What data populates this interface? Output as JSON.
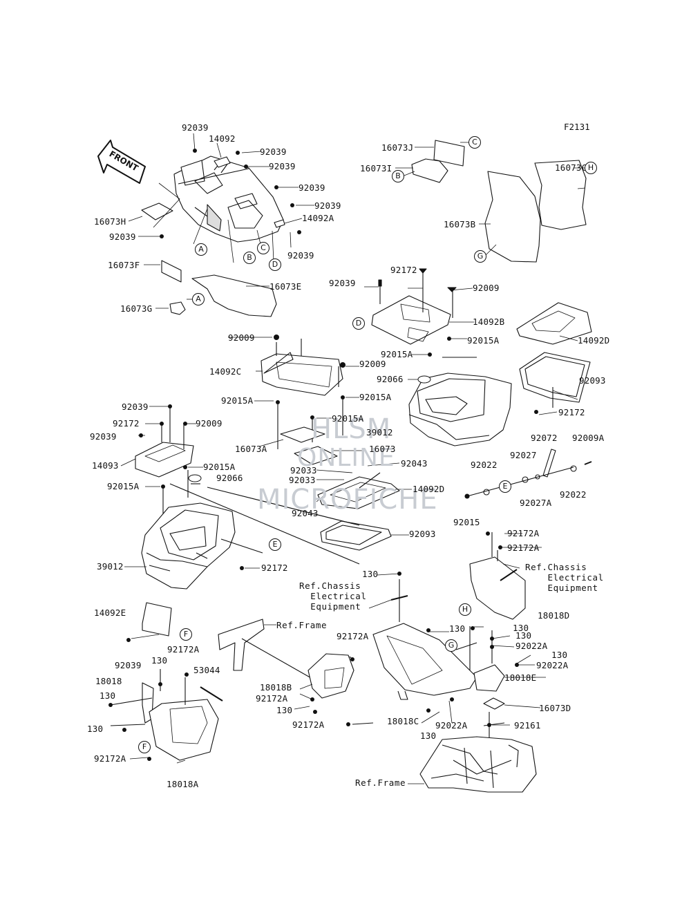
{
  "figure_id": "F2131",
  "watermark": {
    "line1": "HLSM",
    "line2": "ONLINE",
    "line3": "MICROFICHE"
  },
  "front_label": "FRONT",
  "part_labels": [
    {
      "id": "l1",
      "text": "92039"
    },
    {
      "id": "l2",
      "text": "14092"
    },
    {
      "id": "l3",
      "text": "92039"
    },
    {
      "id": "l4",
      "text": "92039"
    },
    {
      "id": "l5",
      "text": "92039"
    },
    {
      "id": "l6",
      "text": "92039"
    },
    {
      "id": "l7",
      "text": "14092A"
    },
    {
      "id": "l8",
      "text": "92039"
    },
    {
      "id": "l9",
      "text": "16073H"
    },
    {
      "id": "l10",
      "text": "92039"
    },
    {
      "id": "l11",
      "text": "16073F"
    },
    {
      "id": "l12",
      "text": "16073E"
    },
    {
      "id": "l13",
      "text": "16073G"
    },
    {
      "id": "l14",
      "text": "16073J"
    },
    {
      "id": "l15",
      "text": "16073I"
    },
    {
      "id": "l16",
      "text": "16073C"
    },
    {
      "id": "l17",
      "text": "16073B"
    },
    {
      "id": "l18",
      "text": "92172"
    },
    {
      "id": "l19",
      "text": "92039"
    },
    {
      "id": "l20",
      "text": "92009"
    },
    {
      "id": "l21",
      "text": "14092B"
    },
    {
      "id": "l22",
      "text": "92015A"
    },
    {
      "id": "l23",
      "text": "92015A"
    },
    {
      "id": "l24",
      "text": "14092D"
    },
    {
      "id": "l25",
      "text": "92009"
    },
    {
      "id": "l26",
      "text": "92009"
    },
    {
      "id": "l27",
      "text": "14092C"
    },
    {
      "id": "l28",
      "text": "92066"
    },
    {
      "id": "l29",
      "text": "92093"
    },
    {
      "id": "l30",
      "text": "92015A"
    },
    {
      "id": "l31",
      "text": "92015A"
    },
    {
      "id": "l32",
      "text": "92172"
    },
    {
      "id": "l33",
      "text": "92015A"
    },
    {
      "id": "l34",
      "text": "39012"
    },
    {
      "id": "l35",
      "text": "92039"
    },
    {
      "id": "l36",
      "text": "92172"
    },
    {
      "id": "l37",
      "text": "92009"
    },
    {
      "id": "l38",
      "text": "92039"
    },
    {
      "id": "l39",
      "text": "16073A"
    },
    {
      "id": "l40",
      "text": "16073"
    },
    {
      "id": "l41",
      "text": "92043"
    },
    {
      "id": "l42",
      "text": "92033"
    },
    {
      "id": "l43",
      "text": "92033"
    },
    {
      "id": "l44",
      "text": "14092D"
    },
    {
      "id": "l45",
      "text": "14093"
    },
    {
      "id": "l46",
      "text": "92015A"
    },
    {
      "id": "l47",
      "text": "92066"
    },
    {
      "id": "l48",
      "text": "92015A"
    },
    {
      "id": "l49",
      "text": "92072"
    },
    {
      "id": "l50",
      "text": "92009A"
    },
    {
      "id": "l51",
      "text": "92027"
    },
    {
      "id": "l52",
      "text": "92022"
    },
    {
      "id": "l53",
      "text": "92027A"
    },
    {
      "id": "l54",
      "text": "92022"
    },
    {
      "id": "l55",
      "text": "92015"
    },
    {
      "id": "l56",
      "text": "92043"
    },
    {
      "id": "l57",
      "text": "92093"
    },
    {
      "id": "l58",
      "text": "92172A"
    },
    {
      "id": "l59",
      "text": "92172A"
    },
    {
      "id": "l60",
      "text": "39012"
    },
    {
      "id": "l61",
      "text": "92172"
    },
    {
      "id": "l62",
      "text": "130"
    },
    {
      "id": "l63",
      "text": "18018D"
    },
    {
      "id": "l64",
      "text": "14092E"
    },
    {
      "id": "l65",
      "text": "130"
    },
    {
      "id": "l66",
      "text": "130"
    },
    {
      "id": "l67",
      "text": "130"
    },
    {
      "id": "l68",
      "text": "92022A"
    },
    {
      "id": "l69",
      "text": "130"
    },
    {
      "id": "l70",
      "text": "92022A"
    },
    {
      "id": "l71",
      "text": "92172A"
    },
    {
      "id": "l72",
      "text": "92039"
    },
    {
      "id": "l73",
      "text": "92172A"
    },
    {
      "id": "l74",
      "text": "130"
    },
    {
      "id": "l75",
      "text": "53044"
    },
    {
      "id": "l76",
      "text": "18018"
    },
    {
      "id": "l77",
      "text": "18018B"
    },
    {
      "id": "l78",
      "text": "18018E"
    },
    {
      "id": "l79",
      "text": "130"
    },
    {
      "id": "l80",
      "text": "92172A"
    },
    {
      "id": "l81",
      "text": "130"
    },
    {
      "id": "l82",
      "text": "18018C"
    },
    {
      "id": "l83",
      "text": "16073D"
    },
    {
      "id": "l84",
      "text": "130"
    },
    {
      "id": "l85",
      "text": "92172A"
    },
    {
      "id": "l86",
      "text": "92022A"
    },
    {
      "id": "l87",
      "text": "92161"
    },
    {
      "id": "l88",
      "text": "130"
    },
    {
      "id": "l89",
      "text": "92172A"
    },
    {
      "id": "l90",
      "text": "18018A"
    }
  ],
  "references": [
    {
      "id": "r1",
      "text": "Ref.Chassis\n  Electrical\n  Equipment"
    },
    {
      "id": "r2",
      "text": "Ref.Chassis\n    Electrical\n    Equipment"
    },
    {
      "id": "r3",
      "text": "Ref.Frame"
    },
    {
      "id": "r4",
      "text": "Ref.Frame"
    }
  ],
  "markers": [
    {
      "id": "m1",
      "text": "A"
    },
    {
      "id": "m2",
      "text": "B"
    },
    {
      "id": "m3",
      "text": "C"
    },
    {
      "id": "m4",
      "text": "D"
    },
    {
      "id": "m5",
      "text": "A"
    },
    {
      "id": "m6",
      "text": "C"
    },
    {
      "id": "m7",
      "text": "B"
    },
    {
      "id": "m8",
      "text": "H"
    },
    {
      "id": "m9",
      "text": "G"
    },
    {
      "id": "m10",
      "text": "D"
    },
    {
      "id": "m11",
      "text": "E"
    },
    {
      "id": "m12",
      "text": "E"
    },
    {
      "id": "m13",
      "text": "F"
    },
    {
      "id": "m14",
      "text": "G"
    },
    {
      "id": "m15",
      "text": "H"
    },
    {
      "id": "m16",
      "text": "F"
    }
  ]
}
